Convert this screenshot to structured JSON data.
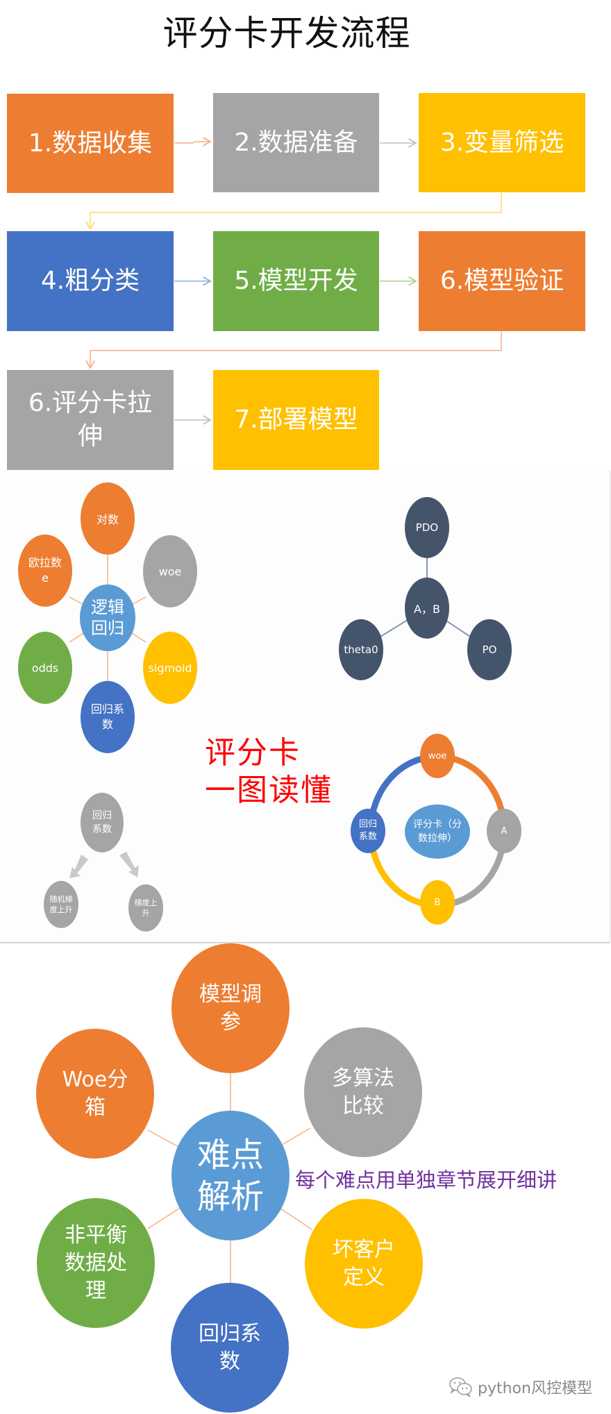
{
  "title": "评分卡开发流程",
  "colors": {
    "orange": "#ed7d31",
    "gray": "#a5a5a5",
    "yellow": "#ffc000",
    "blue": "#4472c4",
    "green": "#70ad47",
    "light_blue": "#5b9bd5",
    "slate": "#44546a",
    "red": "#ff0000",
    "purple": "#7030a0"
  },
  "flow": {
    "steps": [
      {
        "label": "1.数据收集",
        "color": "#ed7d31"
      },
      {
        "label": "2.数据准备",
        "color": "#a5a5a5"
      },
      {
        "label": "3.变量筛选",
        "color": "#ffc000"
      },
      {
        "label": "4.粗分类",
        "color": "#4472c4"
      },
      {
        "label": "5.模型开发",
        "color": "#70ad47"
      },
      {
        "label": "6.模型验证",
        "color": "#ed7d31"
      },
      {
        "label": "6.评分卡拉伸",
        "color": "#a5a5a5"
      },
      {
        "label": "7.部署模型",
        "color": "#ffc000"
      }
    ]
  },
  "overview": {
    "caption_line1": "评分卡",
    "caption_line2": "一图读懂",
    "logistic": {
      "center": "逻辑回归",
      "nodes": [
        "对数",
        "woe",
        "sigmoid",
        "回归系数",
        "odds",
        "欧拉数e"
      ]
    },
    "scaling": {
      "center": "A，B",
      "nodes": [
        "PDO",
        "theta0",
        "PO"
      ]
    },
    "gradient": {
      "root": "回归系数",
      "children": [
        "随机梯度上升",
        "梯度上升"
      ]
    },
    "cycle": {
      "center": "评分卡（分数拉伸）",
      "nodes": [
        "woe",
        "A",
        "B",
        "回归系数"
      ]
    }
  },
  "difficulties": {
    "center": "难点解析",
    "nodes": [
      "模型调参",
      "多算法比较",
      "坏客户定义",
      "回归系数",
      "非平衡数据处理",
      "Woe分箱"
    ],
    "note": "每个难点用单独章节展开细讲"
  },
  "watermark": {
    "icon": "wechat-icon",
    "text": "python风控模型"
  }
}
